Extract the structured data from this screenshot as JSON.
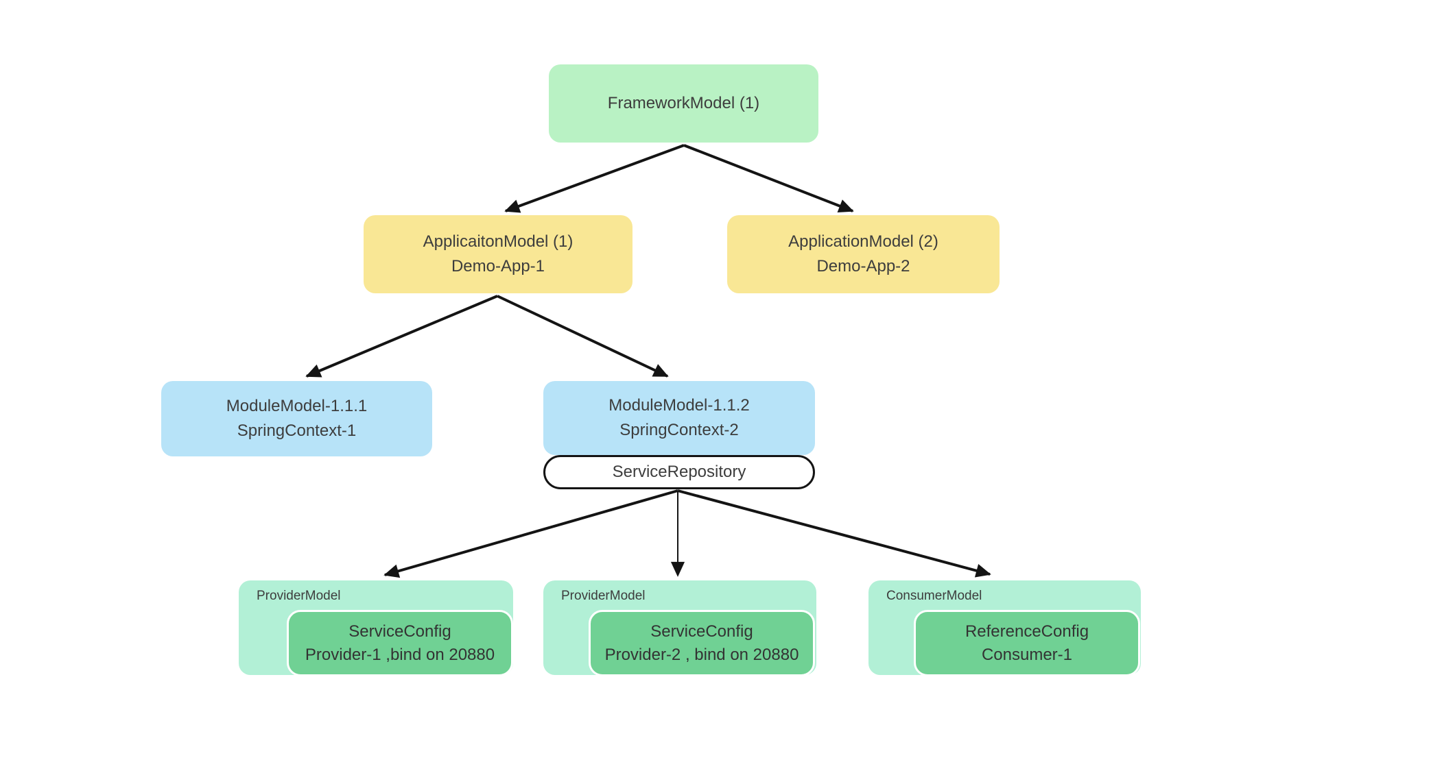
{
  "colors": {
    "canvas-bg": "#ffffff",
    "framework-green": "#b9f2c4",
    "app-yellow": "#f9e795",
    "module-blue": "#b7e3f8",
    "leaf-teal": "#b2f0d6",
    "config-green": "#70d194",
    "line-black": "#141414",
    "text-dark": "#3d3d3d"
  },
  "nodes": {
    "framework": {
      "line1": "FrameworkModel (1)"
    },
    "app1": {
      "line1": "ApplicaitonModel (1)",
      "line2": "Demo-App-1"
    },
    "app2": {
      "line1": "ApplicationModel (2)",
      "line2": "Demo-App-2"
    },
    "module1": {
      "line1": "ModuleModel-1.1.1",
      "line2": "SpringContext-1"
    },
    "module2": {
      "line1": "ModuleModel-1.1.2",
      "line2": "SpringContext-2"
    },
    "repository": {
      "label": "ServiceRepository"
    },
    "provider1": {
      "label": "ProviderModel",
      "config_line1": "ServiceConfig",
      "config_line2": "Provider-1 ,bind on 20880"
    },
    "provider2": {
      "label": "ProviderModel",
      "config_line1": "ServiceConfig",
      "config_line2": "Provider-2 , bind on 20880"
    },
    "consumer1": {
      "label": "ConsumerModel",
      "config_line1": "ReferenceConfig",
      "config_line2": "Consumer-1"
    }
  }
}
